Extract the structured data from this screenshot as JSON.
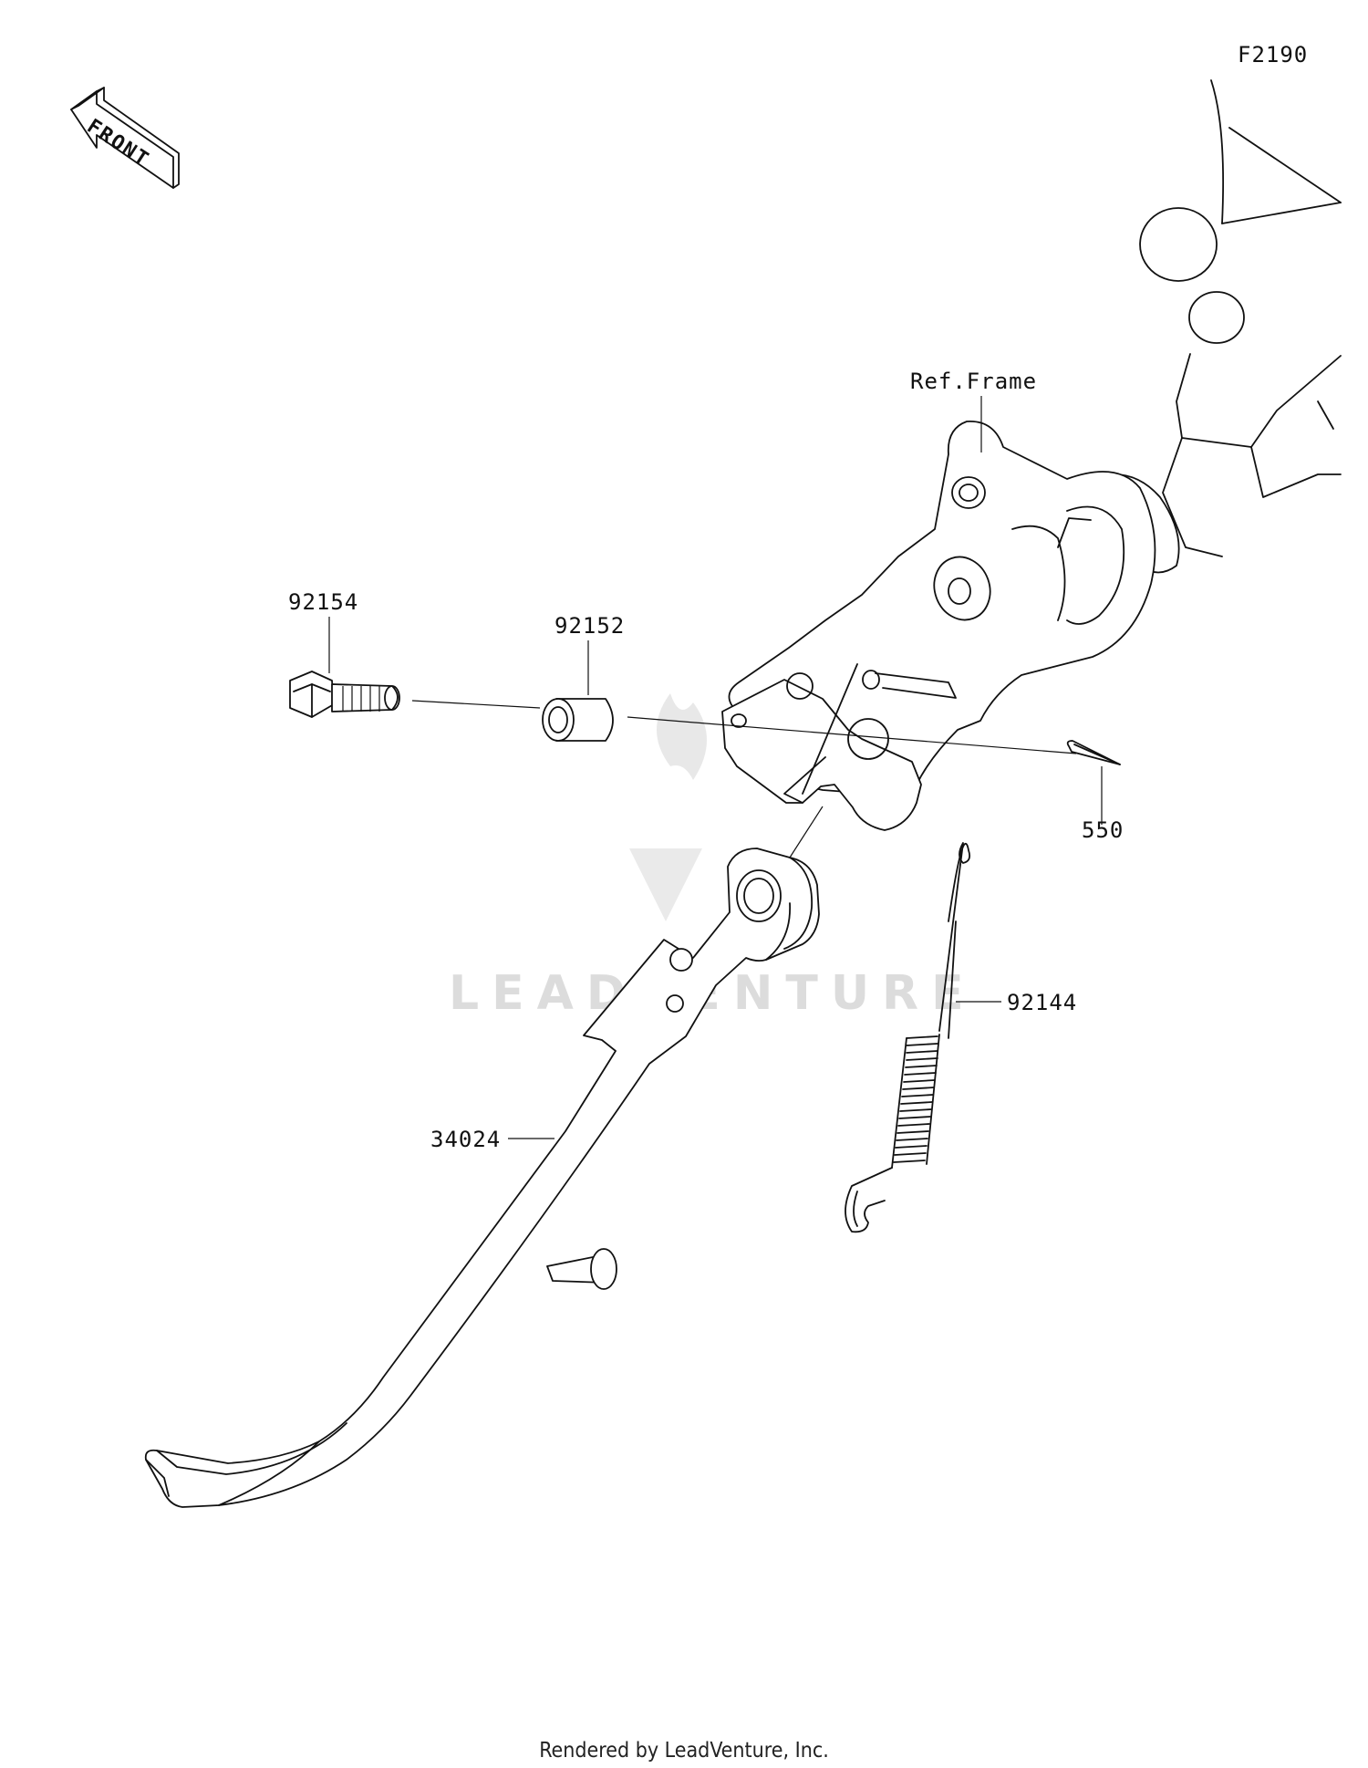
{
  "diagram": {
    "code": "F2190",
    "front_label": "FRONT",
    "watermark": "LEADVENTURE",
    "parts": [
      {
        "number": "Ref.Frame"
      },
      {
        "number": "92154"
      },
      {
        "number": "92152"
      },
      {
        "number": "550"
      },
      {
        "number": "92144"
      },
      {
        "number": "34024"
      }
    ]
  },
  "footer": {
    "text": "Rendered by LeadVenture, Inc."
  }
}
